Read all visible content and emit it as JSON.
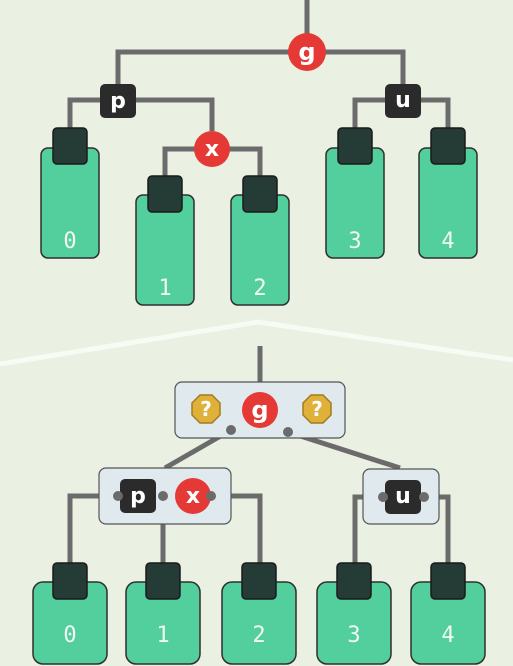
{
  "top_tree": {
    "root": "g",
    "left_internal": "p",
    "right_internal": "u",
    "mid_internal": "x",
    "leaves": [
      "0",
      "1",
      "2",
      "3",
      "4"
    ]
  },
  "bottom_tree": {
    "unknown_left": "?",
    "root": "g",
    "unknown_right": "?",
    "left_group": [
      "p",
      "x"
    ],
    "right_group": [
      "u"
    ],
    "leaves": [
      "0",
      "1",
      "2",
      "3",
      "4"
    ]
  },
  "colors": {
    "background": "#eaf0e2",
    "leaf": "#52cf9c",
    "leaf_cap": "#253b35",
    "red_node": "#e53935",
    "black_node": "#2b2b2b",
    "unknown_node": "#e0b13a",
    "group_box": "#dfe9ee",
    "edge": "#6b6b6b"
  }
}
